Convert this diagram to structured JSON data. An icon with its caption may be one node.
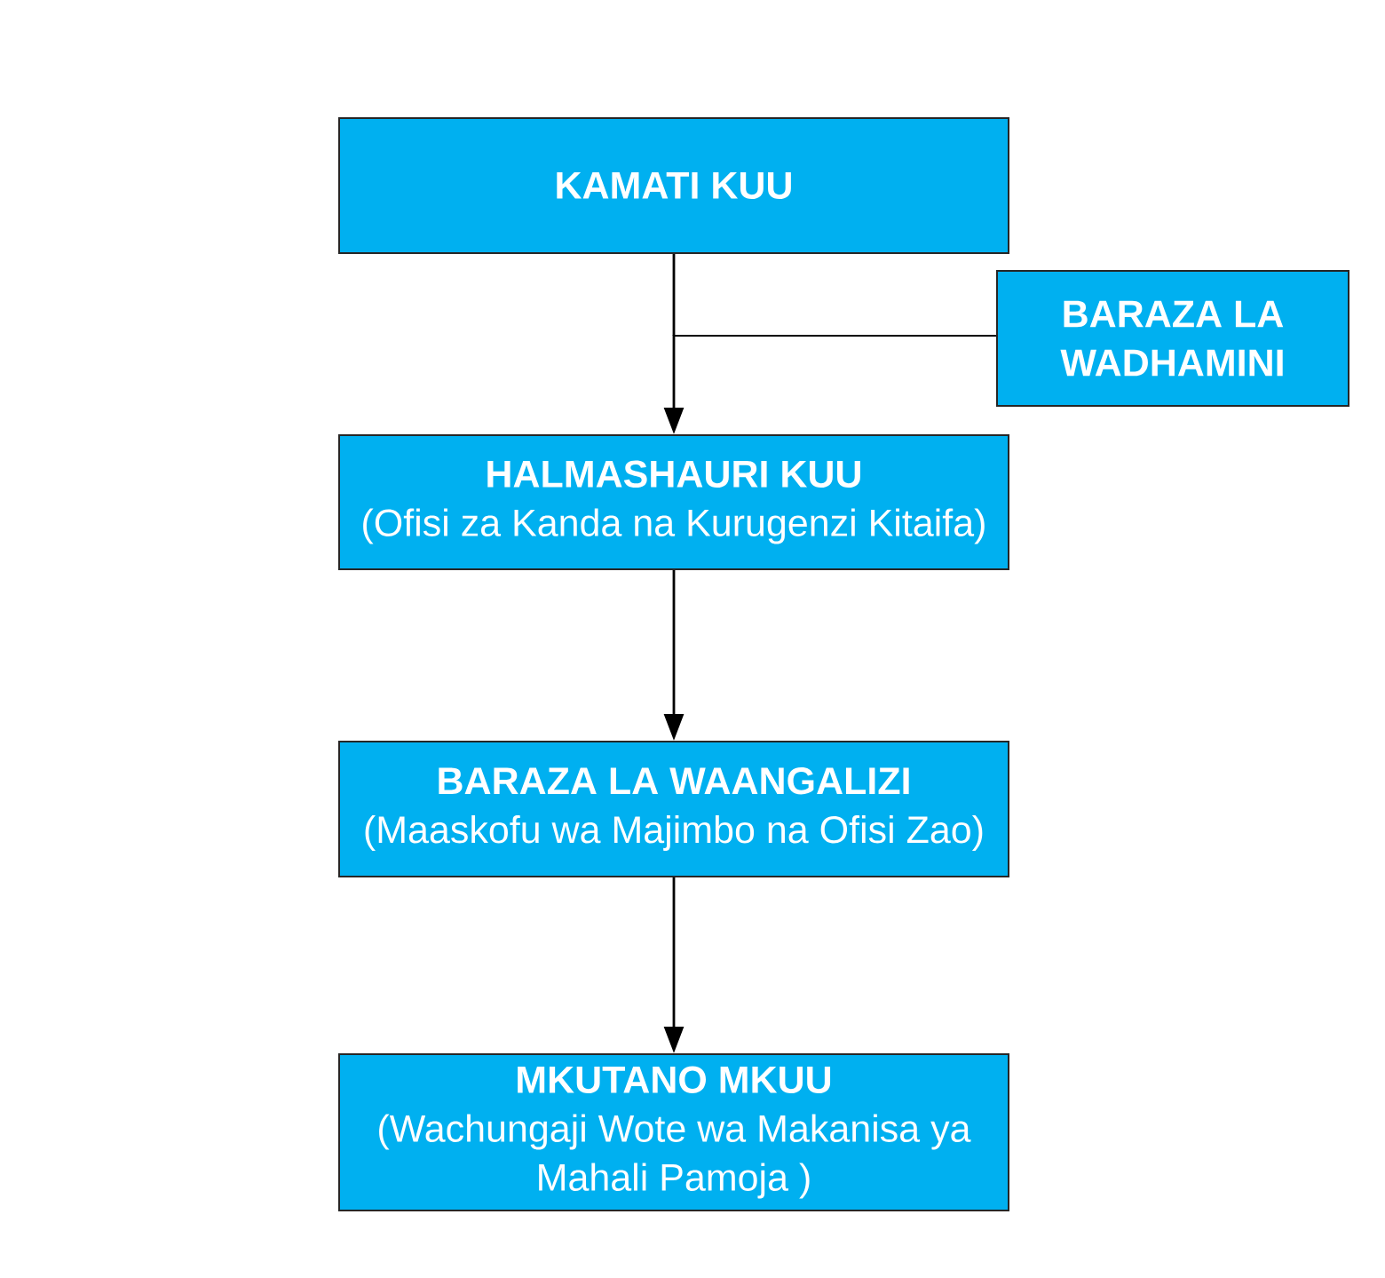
{
  "diagram": {
    "nodes": [
      {
        "text": [
          "KAMATI KUU"
        ]
      },
      {
        "text": [
          "BARAZA LA WADHAMINI"
        ]
      },
      {
        "text": [
          "HALMASHAURI KUU",
          "(Ofisi za Kanda na Kurugenzi Kitaifa)"
        ]
      },
      {
        "text": [
          "BARAZA LA WAANGALIZI",
          "(Maaskofu wa Majimbo na Ofisi Zao)"
        ]
      },
      {
        "text": [
          "MKUTANO MKUU",
          "(Wachungaji Wote wa Makanisa ya Mahali Pamoja )"
        ]
      }
    ],
    "edges": [
      {
        "from": 0,
        "to": 2,
        "arrow": "to"
      },
      {
        "from": 1,
        "to": 2,
        "arrow": "to"
      },
      {
        "from": 2,
        "to": 3,
        "arrow": "to"
      },
      {
        "from": 3,
        "to": 4,
        "arrow": "to"
      }
    ]
  }
}
